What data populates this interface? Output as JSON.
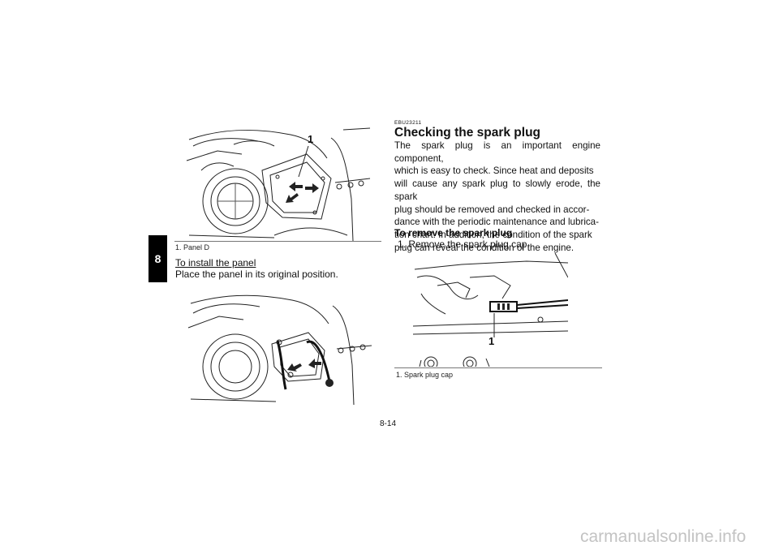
{
  "section_tab": "8",
  "left": {
    "figure1": {
      "callout": "1",
      "caption": "1. Panel D"
    },
    "install_heading": "To install the panel",
    "install_text": "Place the panel in its original position."
  },
  "right": {
    "code": "EBU23211",
    "heading": "Checking the spark plug",
    "paragraph_lines": [
      "The spark plug is an important engine component,",
      "which is easy to check. Since heat and deposits",
      "will cause any spark plug to slowly erode, the spark",
      "plug should be removed and checked in accor-",
      "dance with the periodic maintenance and lubrica-",
      "tion chart. In addition, the condition of the spark",
      "plug can reveal the condition of the engine."
    ],
    "remove_heading": "To remove the spark plug",
    "step1": "1.  Remove the spark plug cap.",
    "figure3": {
      "callout": "1",
      "caption": "1. Spark plug cap"
    }
  },
  "page_number": "8-14",
  "watermark": "carmanualsonline.info"
}
